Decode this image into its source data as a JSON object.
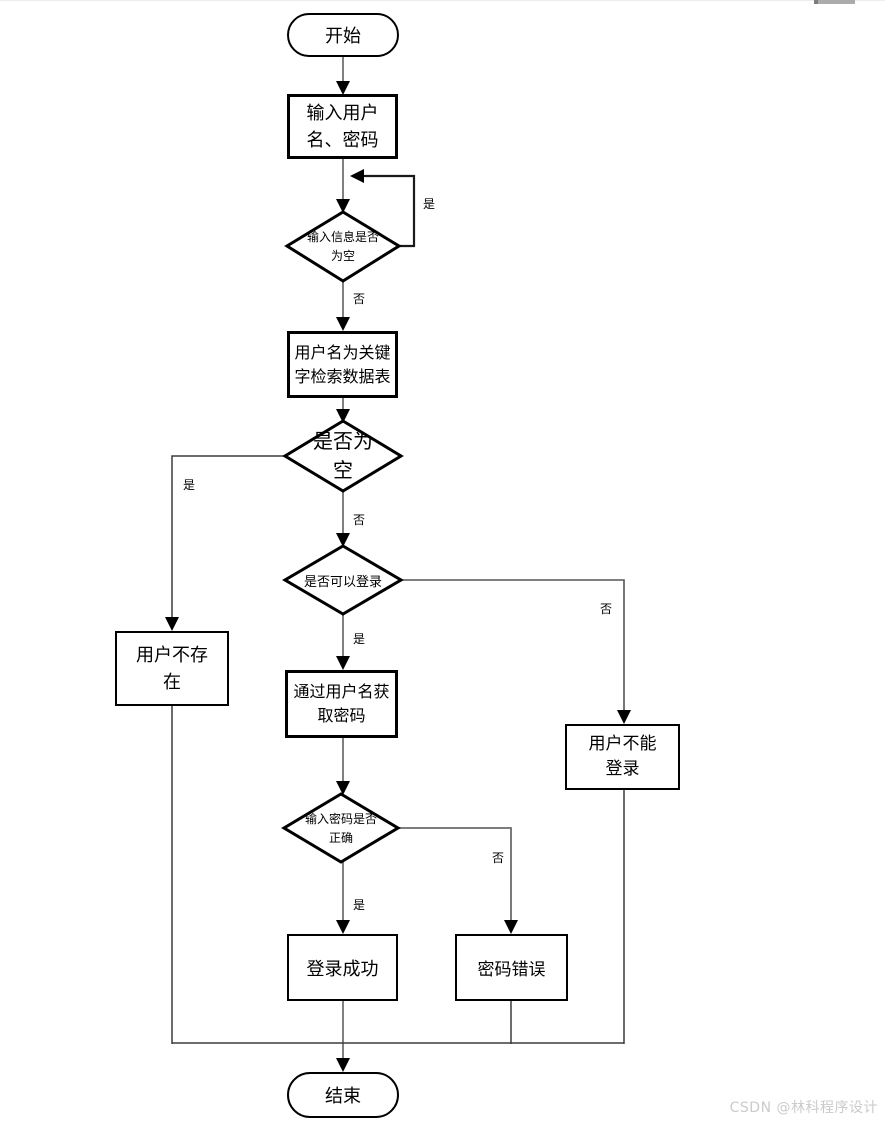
{
  "watermark": "CSDN @林科程序设计",
  "flowchart": {
    "title_implicit": "用户登录流程图",
    "nodes": {
      "start": "开始",
      "input_credentials": "输入用户名、密码",
      "check_input_empty": "输入信息是否为空",
      "search_table": "用户名为关键字检索数据表",
      "check_result_empty": "是否为空",
      "user_not_exist": "用户不存在",
      "check_can_login": "是否可以登录",
      "user_cannot_login": "用户不能登录",
      "get_password": "通过用户名获取密码",
      "check_password": "输入密码是否正确",
      "login_success": "登录成功",
      "password_error": "密码错误",
      "end": "结束"
    },
    "labels": {
      "loop_yes": "是",
      "input_not_empty_no": "否",
      "result_empty_yes": "是",
      "result_empty_no": "否",
      "can_login_no": "否",
      "can_login_yes": "是",
      "password_wrong_no": "否",
      "password_right_yes": "是"
    },
    "edges": [
      {
        "from": "start",
        "to": "input_credentials",
        "label": ""
      },
      {
        "from": "input_credentials",
        "to": "check_input_empty",
        "label": ""
      },
      {
        "from": "check_input_empty",
        "to": "input_credentials",
        "label": "是"
      },
      {
        "from": "check_input_empty",
        "to": "search_table",
        "label": "否"
      },
      {
        "from": "search_table",
        "to": "check_result_empty",
        "label": ""
      },
      {
        "from": "check_result_empty",
        "to": "user_not_exist",
        "label": "是"
      },
      {
        "from": "check_result_empty",
        "to": "check_can_login",
        "label": "否"
      },
      {
        "from": "check_can_login",
        "to": "user_cannot_login",
        "label": "否"
      },
      {
        "from": "check_can_login",
        "to": "get_password",
        "label": "是"
      },
      {
        "from": "get_password",
        "to": "check_password",
        "label": ""
      },
      {
        "from": "check_password",
        "to": "password_error",
        "label": "否"
      },
      {
        "from": "check_password",
        "to": "login_success",
        "label": "是"
      },
      {
        "from": "user_not_exist",
        "to": "end",
        "label": ""
      },
      {
        "from": "user_cannot_login",
        "to": "end",
        "label": ""
      },
      {
        "from": "password_error",
        "to": "end",
        "label": ""
      },
      {
        "from": "login_success",
        "to": "end",
        "label": ""
      }
    ],
    "colors": {
      "shape_stroke": "#000000",
      "connector_gray": "#808080",
      "connector_dark": "#3c3c3c",
      "watermark_gray": "#cbcbcb"
    }
  }
}
